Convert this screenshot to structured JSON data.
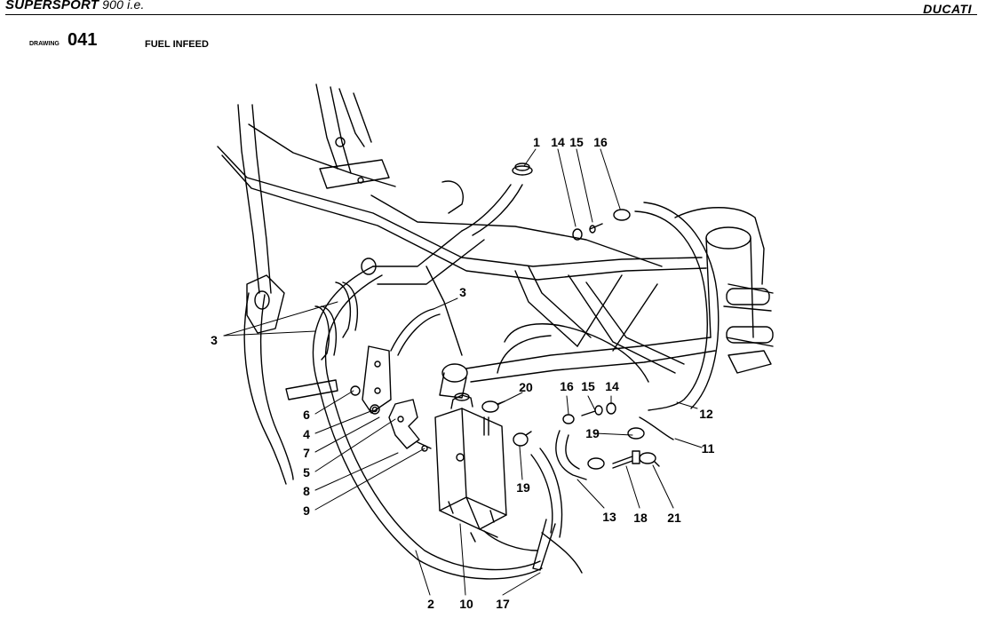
{
  "header": {
    "model": "SUPERSPORT",
    "version": "900 i.e.",
    "brand": "DUCATI"
  },
  "drawing": {
    "label": "DRAWING",
    "number": "041",
    "title": "FUEL INFEED"
  },
  "callouts": {
    "c1": "1",
    "c14a": "14",
    "c15a": "15",
    "c16a": "16",
    "c3a": "3",
    "c3b": "3",
    "c6": "6",
    "c4": "4",
    "c7": "7",
    "c5": "5",
    "c8": "8",
    "c9": "9",
    "c20": "20",
    "c16b": "16",
    "c15b": "15",
    "c14b": "14",
    "c19a": "19",
    "c19b": "19",
    "c12": "12",
    "c11": "11",
    "c13": "13",
    "c18": "18",
    "c21": "21",
    "c2": "2",
    "c10": "10",
    "c17": "17"
  }
}
